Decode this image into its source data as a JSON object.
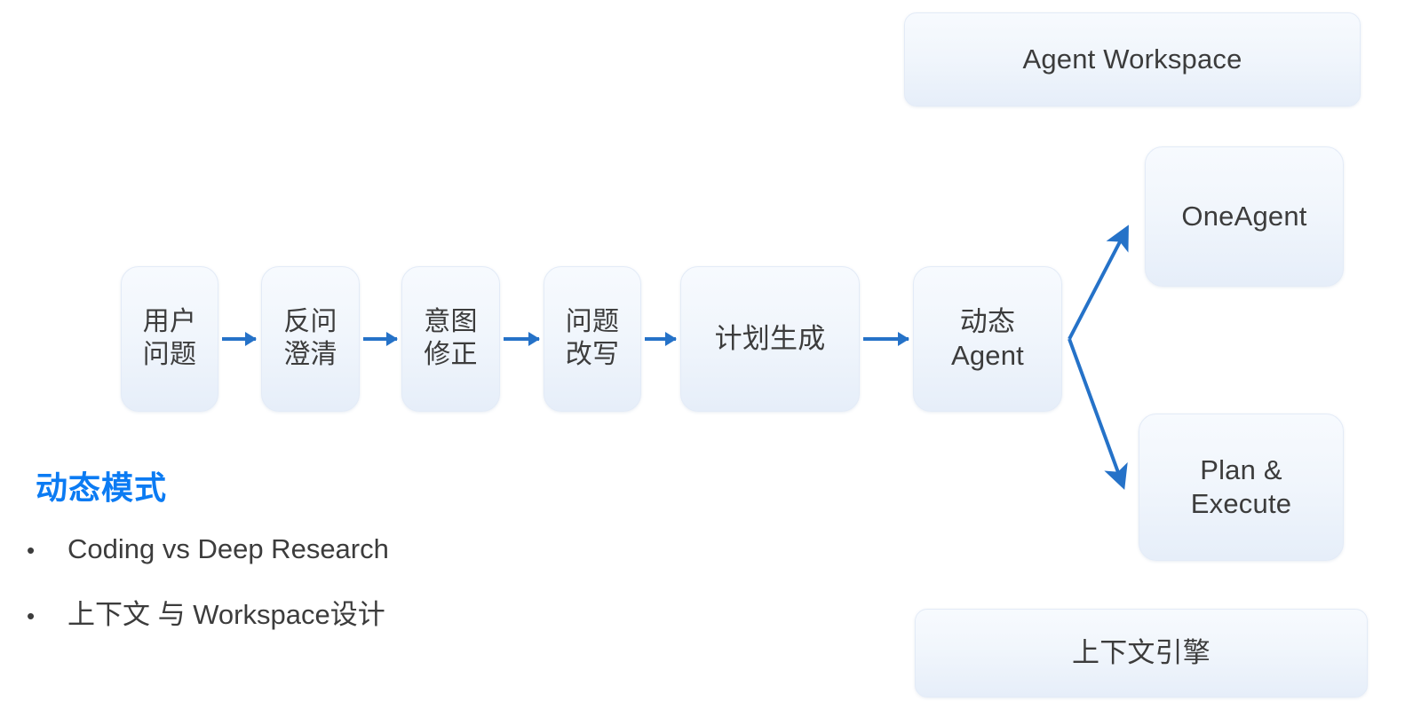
{
  "diagram": {
    "pipeline": [
      {
        "label": "用户\n问题",
        "name": "node-user-question"
      },
      {
        "label": "反问\n澄清",
        "name": "node-clarify-question"
      },
      {
        "label": "意图\n修正",
        "name": "node-intent-correction"
      },
      {
        "label": "问题\n改写",
        "name": "node-question-rewrite"
      },
      {
        "label": "计划生成",
        "name": "node-plan-generation"
      },
      {
        "label": "动态\nAgent",
        "name": "node-dynamic-agent"
      }
    ],
    "branches": [
      {
        "label": "OneAgent",
        "name": "node-one-agent"
      },
      {
        "label": "Plan &\nExecute",
        "name": "node-plan-and-execute"
      }
    ],
    "banners": [
      {
        "label": "Agent Workspace",
        "name": "banner-agent-workspace"
      },
      {
        "label": "上下文引擎",
        "name": "banner-context-engine"
      }
    ]
  },
  "text_block": {
    "title": "动态模式",
    "bullet_marker": "•",
    "bullets": [
      "Coding vs Deep Research",
      "上下文 与 Workspace设计"
    ]
  },
  "colors": {
    "title_blue": "#0b7bf3",
    "arrow_blue": "#2572c8",
    "node_text": "#3c3c3c",
    "node_fill_top": "#f7fafe",
    "node_fill_bottom": "#e6eef9",
    "node_border": "#e3ebf7",
    "background": "#ffffff"
  }
}
